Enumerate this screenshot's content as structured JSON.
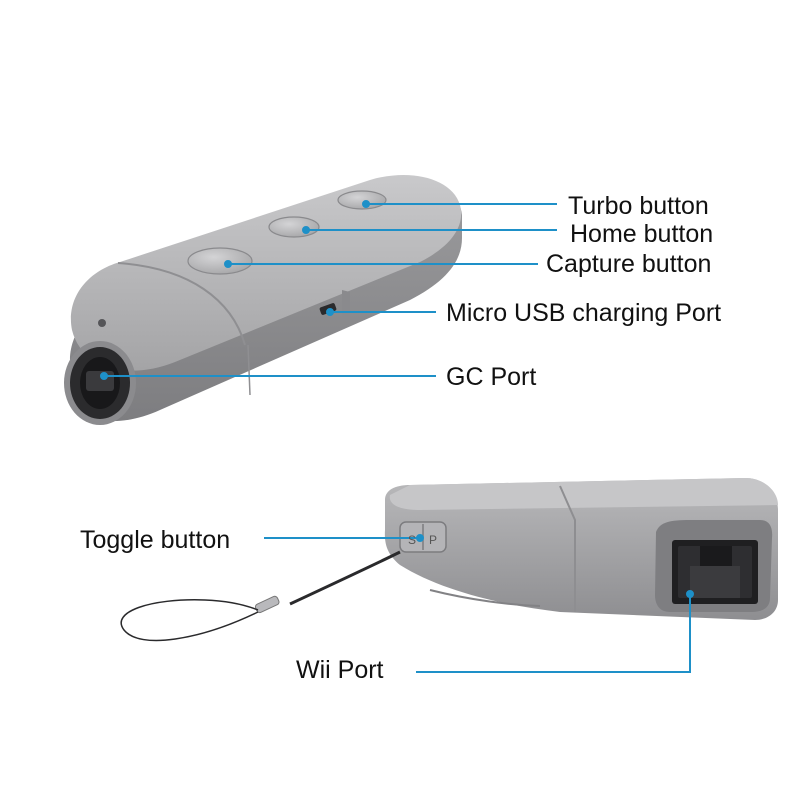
{
  "colors": {
    "device_body": "#a9a9ab",
    "device_shadow": "#8c8c8e",
    "device_highlight": "#c8c8ca",
    "port_dark": "#1f1f21",
    "callout_line": "#1e90c8",
    "label_text": "#111111",
    "background": "#ffffff"
  },
  "labels": {
    "turbo": "Turbo button",
    "home": "Home button",
    "capture": "Capture button",
    "micro_usb": "Micro USB charging Port",
    "gc_port": "GC Port",
    "toggle": "Toggle button",
    "wii_port": "Wii Port"
  },
  "switch_marks": {
    "left": "S",
    "right": "P"
  }
}
